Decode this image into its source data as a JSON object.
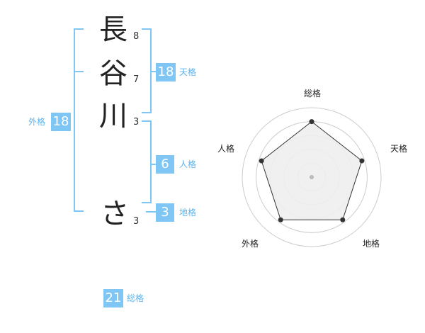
{
  "name": {
    "chars": [
      {
        "char": "長",
        "strokes": "8"
      },
      {
        "char": "谷",
        "strokes": "7"
      },
      {
        "char": "川",
        "strokes": "3"
      },
      {
        "char": "さ",
        "strokes": "3"
      }
    ]
  },
  "kakusu": {
    "tenkaku": {
      "value": "18",
      "label": "天格"
    },
    "jinkaku": {
      "value": "6",
      "label": "人格"
    },
    "chikaku": {
      "value": "3",
      "label": "地格"
    },
    "gaikaku": {
      "value": "18",
      "label": "外格"
    },
    "soukaku": {
      "value": "21",
      "label": "総格"
    }
  },
  "radar": {
    "axes": [
      "総格",
      "天格",
      "地格",
      "外格",
      "人格"
    ],
    "values": [
      1.0,
      0.95,
      0.95,
      0.95,
      0.95
    ],
    "colors": {
      "polygon_fill": "#eeeeee",
      "polygon_stroke": "#333333",
      "ring": "#cccccc",
      "center": "#bbbbbb"
    }
  }
}
